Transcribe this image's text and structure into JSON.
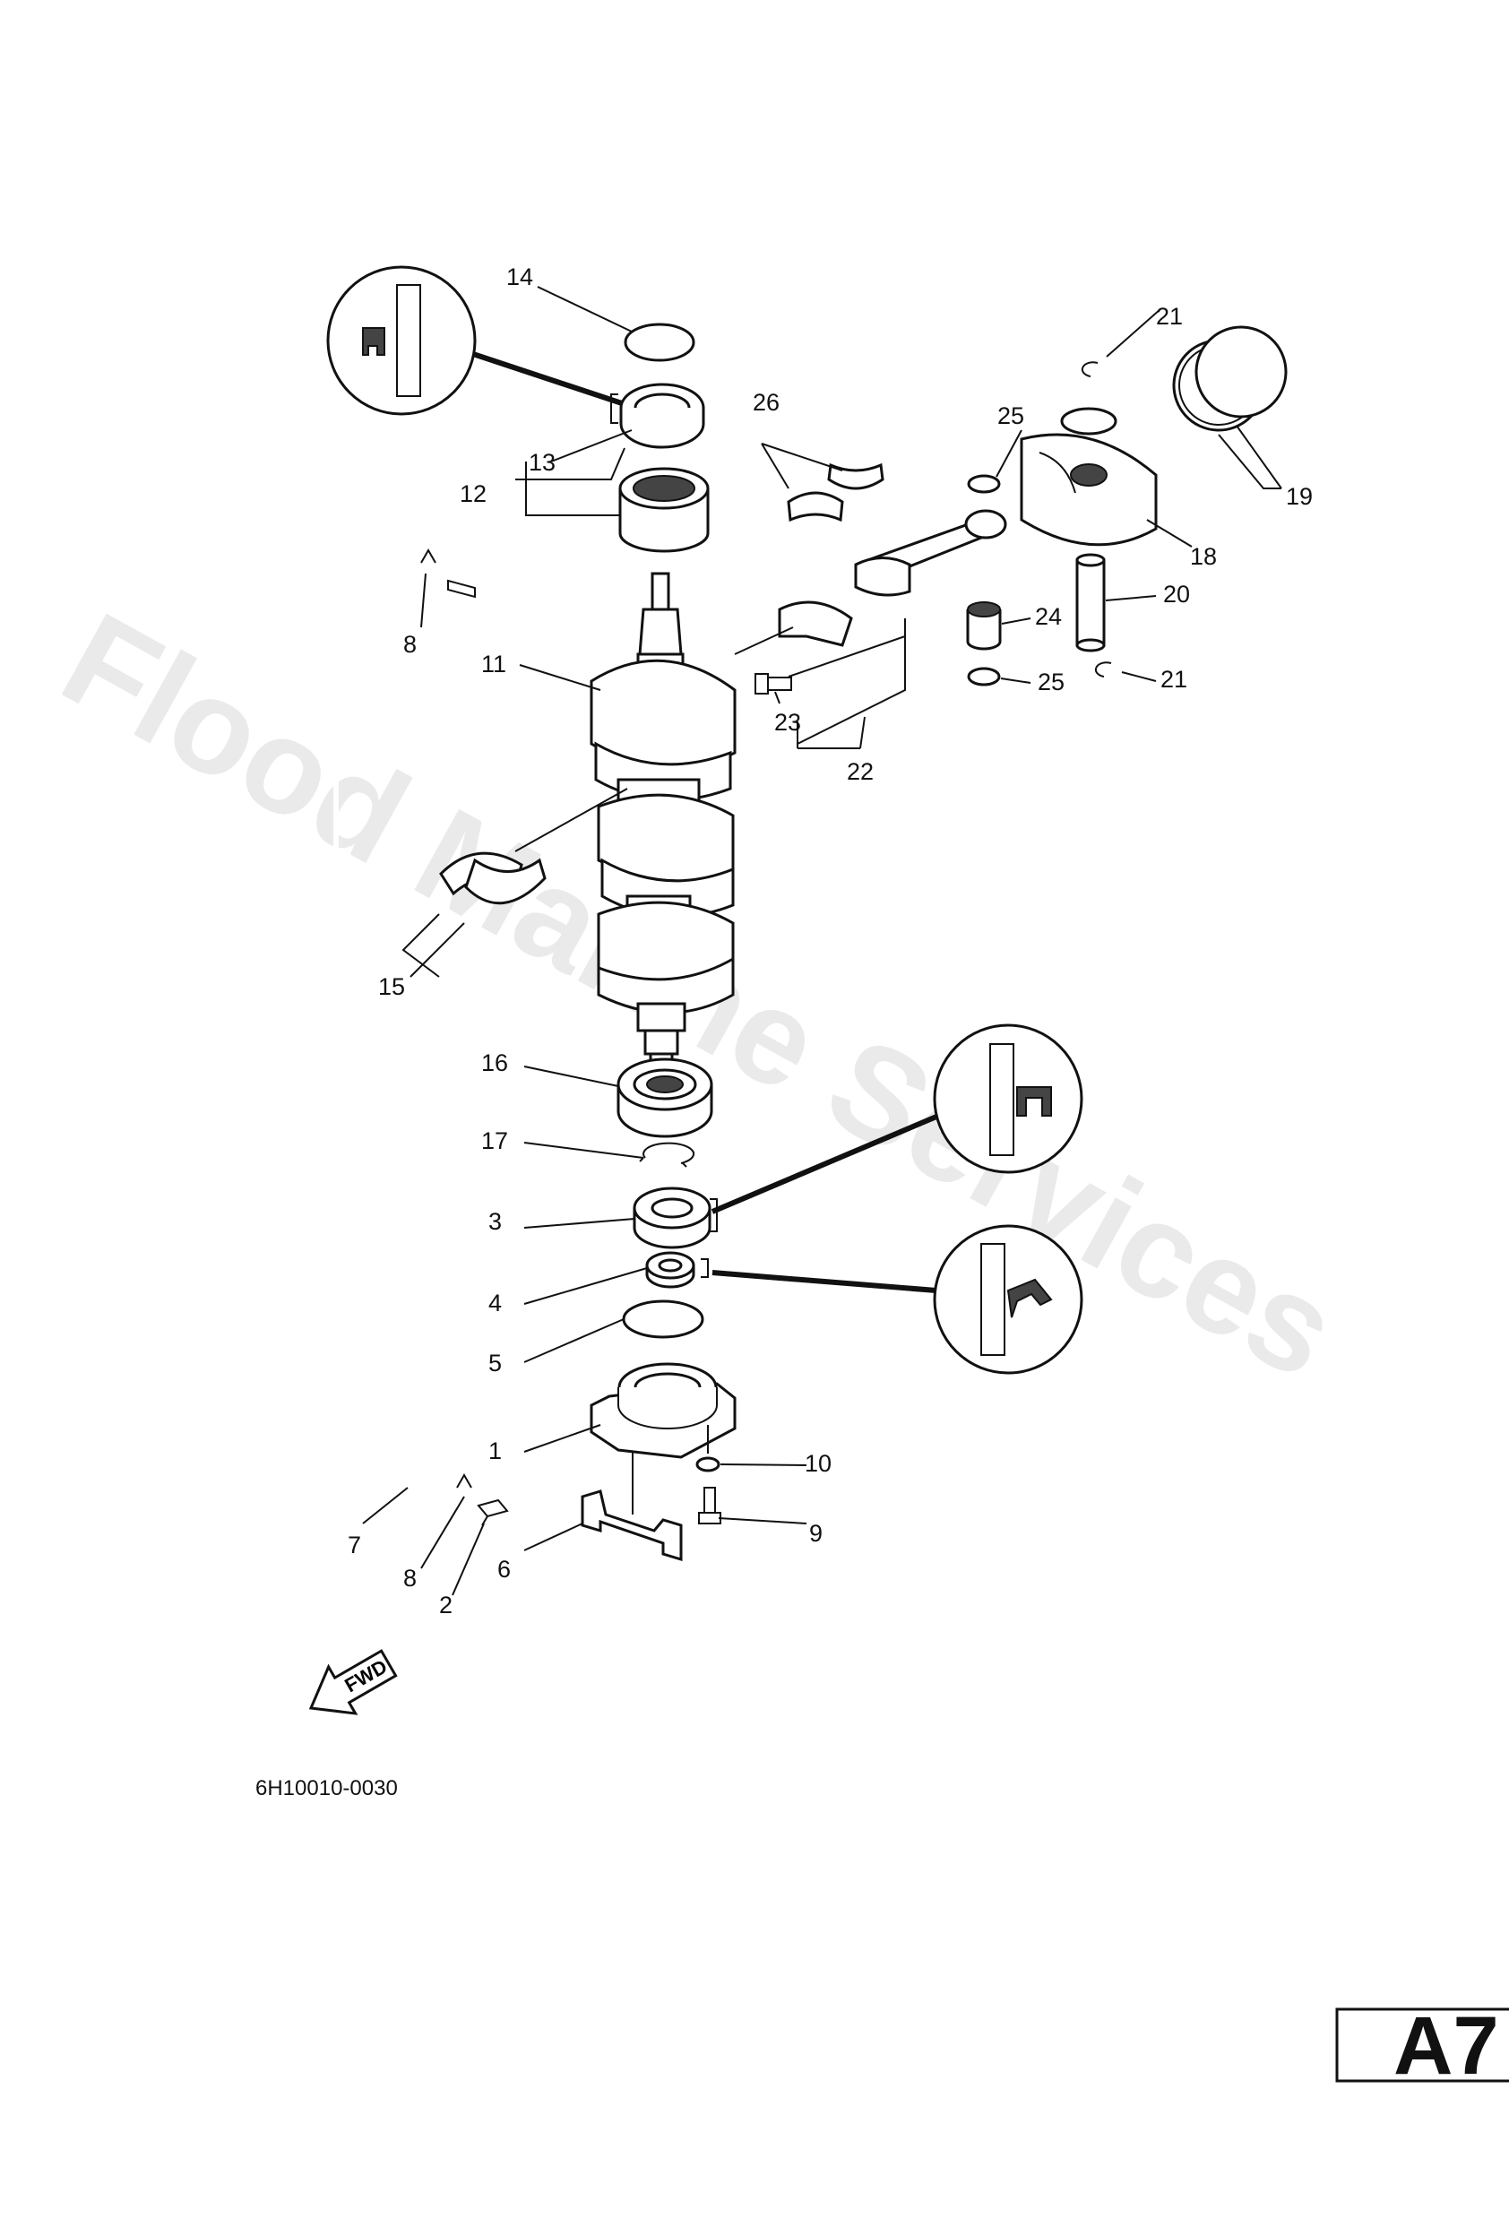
{
  "watermark": "Flood Marine Services",
  "drawing_number": "6H10010-0030",
  "page_tag": "A7",
  "fwd_label": "FWD",
  "part_labels": {
    "p1": "1",
    "p2": "2",
    "p3": "3",
    "p4": "4",
    "p5": "5",
    "p6": "6",
    "p7": "7",
    "p8a": "8",
    "p8b": "8",
    "p9": "9",
    "p10": "10",
    "p11": "11",
    "p12": "12",
    "p13": "13",
    "p14": "14",
    "p15": "15",
    "p16": "16",
    "p17": "17",
    "p18": "18",
    "p19": "19",
    "p20": "20",
    "p21a": "21",
    "p21b": "21",
    "p22": "22",
    "p23": "23",
    "p24": "24",
    "p25a": "25",
    "p25b": "25",
    "p26": "26"
  }
}
